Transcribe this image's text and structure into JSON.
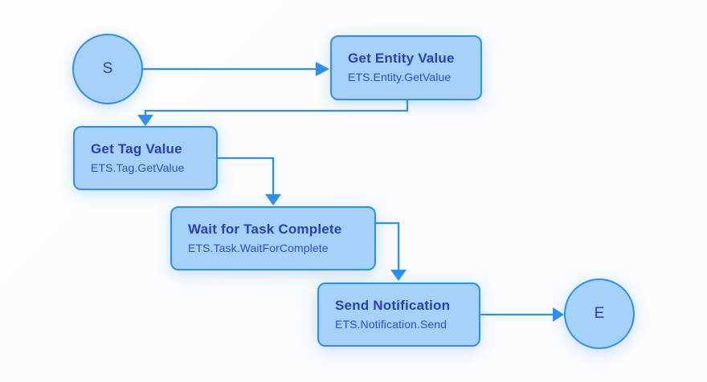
{
  "diagram": {
    "start": {
      "label": "S"
    },
    "end": {
      "label": "E"
    },
    "nodes": [
      {
        "title": "Get Entity Value",
        "subtitle": "ETS.Entity.GetValue"
      },
      {
        "title": "Get Tag Value",
        "subtitle": "ETS.Tag.GetValue"
      },
      {
        "title": "Wait for Task Complete",
        "subtitle": "ETS.Task.WaitForComplete"
      },
      {
        "title": "Send Notification",
        "subtitle": "ETS.Notification.Send"
      }
    ],
    "edges": [
      {
        "from": "S",
        "to": "Get Entity Value"
      },
      {
        "from": "Get Entity Value",
        "to": "Get Tag Value"
      },
      {
        "from": "Get Tag Value",
        "to": "Wait for Task Complete"
      },
      {
        "from": "Wait for Task Complete",
        "to": "Send Notification"
      },
      {
        "from": "Send Notification",
        "to": "E"
      }
    ],
    "colors": {
      "node_fill": "#a6d2f9",
      "node_border": "#2e8ff2",
      "connector": "#2e8ff2",
      "title_text": "#2a3eb8",
      "subtitle_text": "#2c4fc9"
    }
  }
}
